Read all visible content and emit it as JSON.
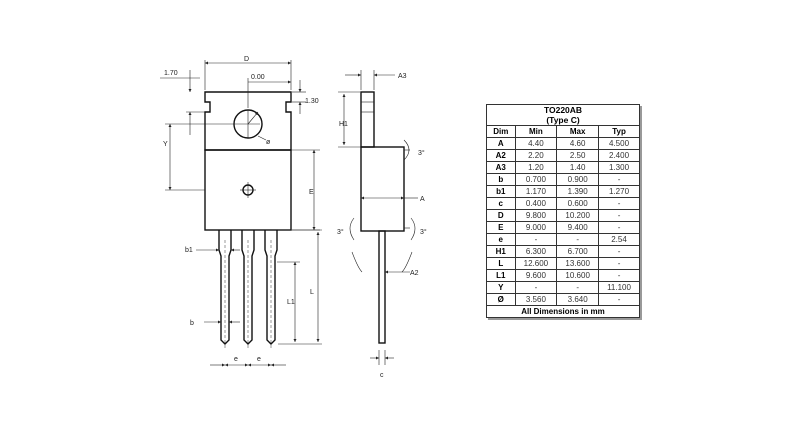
{
  "drawing": {
    "front_labels": {
      "d": "D",
      "d_offset": "0.00",
      "left_top": "1.70",
      "right_top": "1.30",
      "dia": "ø",
      "y": "Y",
      "e_upper": "E",
      "b1": "b1",
      "b": "b",
      "l1": "L1",
      "l": "L",
      "pitch1": "e",
      "pitch2": "e"
    },
    "side_labels": {
      "a3": "A3",
      "h1": "H1",
      "angle_top": "3°",
      "a": "A",
      "angle_left": "3°",
      "angle_right": "3°",
      "a2": "A2",
      "c": "c"
    }
  },
  "table": {
    "title": "TO220AB",
    "subtitle": "(Type C)",
    "headers": [
      "Dim",
      "Min",
      "Max",
      "Typ"
    ],
    "rows": [
      {
        "dim": "A",
        "min": "4.40",
        "max": "4.60",
        "typ": "4.500"
      },
      {
        "dim": "A2",
        "min": "2.20",
        "max": "2.50",
        "typ": "2.400"
      },
      {
        "dim": "A3",
        "min": "1.20",
        "max": "1.40",
        "typ": "1.300"
      },
      {
        "dim": "b",
        "min": "0.700",
        "max": "0.900",
        "typ": "-"
      },
      {
        "dim": "b1",
        "min": "1.170",
        "max": "1.390",
        "typ": "1.270"
      },
      {
        "dim": "c",
        "min": "0.400",
        "max": "0.600",
        "typ": "-"
      },
      {
        "dim": "D",
        "min": "9.800",
        "max": "10.200",
        "typ": "-"
      },
      {
        "dim": "E",
        "min": "9.000",
        "max": "9.400",
        "typ": "-"
      },
      {
        "dim": "e",
        "min": "-",
        "max": "-",
        "typ": "2.54"
      },
      {
        "dim": "H1",
        "min": "6.300",
        "max": "6.700",
        "typ": "-"
      },
      {
        "dim": "L",
        "min": "12.600",
        "max": "13.600",
        "typ": "-"
      },
      {
        "dim": "L1",
        "min": "9.600",
        "max": "10.600",
        "typ": "-"
      },
      {
        "dim": "Y",
        "min": "-",
        "max": "-",
        "typ": "11.100"
      },
      {
        "dim": "Ø",
        "min": "3.560",
        "max": "3.640",
        "typ": "-"
      }
    ],
    "footer": "All Dimensions in mm"
  }
}
